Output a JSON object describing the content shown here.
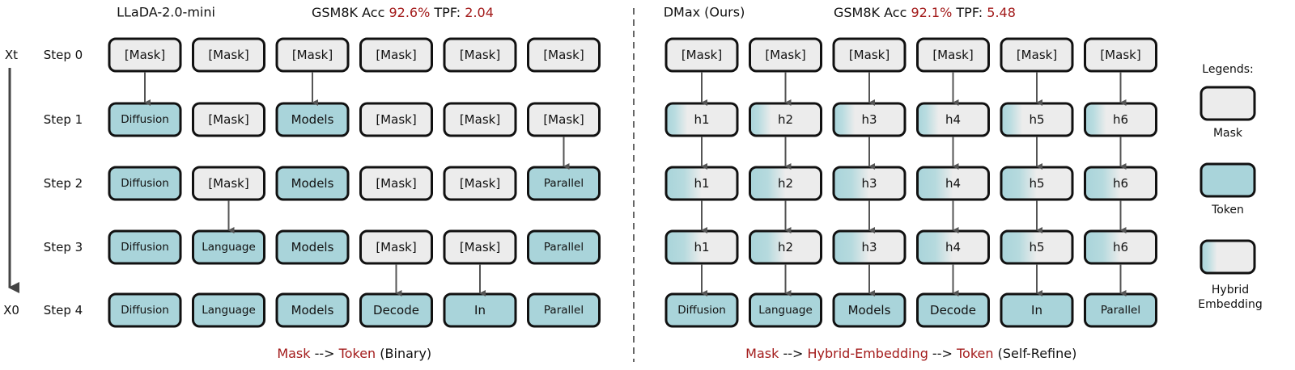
{
  "left": {
    "model": "LLaDA-2.0-mini",
    "metric_label": "GSM8K Acc",
    "acc": "92.6%",
    "tpf_label": "TPF:",
    "tpf": "2.04",
    "rows": [
      [
        {
          "t": "[Mask]",
          "k": "mask"
        },
        {
          "t": "[Mask]",
          "k": "mask"
        },
        {
          "t": "[Mask]",
          "k": "mask"
        },
        {
          "t": "[Mask]",
          "k": "mask"
        },
        {
          "t": "[Mask]",
          "k": "mask"
        },
        {
          "t": "[Mask]",
          "k": "mask"
        }
      ],
      [
        {
          "t": "Diffusion",
          "k": "token"
        },
        {
          "t": "[Mask]",
          "k": "mask"
        },
        {
          "t": "Models",
          "k": "token"
        },
        {
          "t": "[Mask]",
          "k": "mask"
        },
        {
          "t": "[Mask]",
          "k": "mask"
        },
        {
          "t": "[Mask]",
          "k": "mask"
        }
      ],
      [
        {
          "t": "Diffusion",
          "k": "token"
        },
        {
          "t": "[Mask]",
          "k": "mask"
        },
        {
          "t": "Models",
          "k": "token"
        },
        {
          "t": "[Mask]",
          "k": "mask"
        },
        {
          "t": "[Mask]",
          "k": "mask"
        },
        {
          "t": "Parallel",
          "k": "token"
        }
      ],
      [
        {
          "t": "Diffusion",
          "k": "token"
        },
        {
          "t": "Language",
          "k": "token"
        },
        {
          "t": "Models",
          "k": "token"
        },
        {
          "t": "[Mask]",
          "k": "mask"
        },
        {
          "t": "[Mask]",
          "k": "mask"
        },
        {
          "t": "Parallel",
          "k": "token"
        }
      ],
      [
        {
          "t": "Diffusion",
          "k": "token"
        },
        {
          "t": "Language",
          "k": "token"
        },
        {
          "t": "Models",
          "k": "token"
        },
        {
          "t": "Decode",
          "k": "token"
        },
        {
          "t": "In",
          "k": "token"
        },
        {
          "t": "Parallel",
          "k": "token"
        }
      ]
    ],
    "arrows": [
      [
        0,
        0
      ],
      [
        0,
        2
      ],
      [
        1,
        5
      ],
      [
        2,
        1
      ],
      [
        3,
        3
      ],
      [
        3,
        4
      ]
    ],
    "caption": [
      {
        "t": "Mask",
        "red": true
      },
      {
        "t": " --> ",
        "red": false
      },
      {
        "t": "Token",
        "red": true
      },
      {
        "t": " (Binary)",
        "red": false
      }
    ]
  },
  "right": {
    "model": "DMax (Ours)",
    "metric_label": "GSM8K Acc",
    "acc": "92.1%",
    "tpf_label": "TPF:",
    "tpf": "5.48",
    "rows": [
      [
        {
          "t": "[Mask]",
          "k": "mask"
        },
        {
          "t": "[Mask]",
          "k": "mask"
        },
        {
          "t": "[Mask]",
          "k": "mask"
        },
        {
          "t": "[Mask]",
          "k": "mask"
        },
        {
          "t": "[Mask]",
          "k": "mask"
        },
        {
          "t": "[Mask]",
          "k": "mask"
        }
      ],
      [
        {
          "t": "h1",
          "k": "hybrid1"
        },
        {
          "t": "h2",
          "k": "hybrid1"
        },
        {
          "t": "h3",
          "k": "hybrid1"
        },
        {
          "t": "h4",
          "k": "hybrid1"
        },
        {
          "t": "h5",
          "k": "hybrid1"
        },
        {
          "t": "h6",
          "k": "hybrid1"
        }
      ],
      [
        {
          "t": "h1",
          "k": "hybrid2"
        },
        {
          "t": "h2",
          "k": "hybrid2"
        },
        {
          "t": "h3",
          "k": "hybrid2"
        },
        {
          "t": "h4",
          "k": "hybrid2"
        },
        {
          "t": "h5",
          "k": "hybrid2"
        },
        {
          "t": "h6",
          "k": "hybrid2"
        }
      ],
      [
        {
          "t": "h1",
          "k": "hybrid2"
        },
        {
          "t": "h2",
          "k": "hybrid2"
        },
        {
          "t": "h3",
          "k": "hybrid2"
        },
        {
          "t": "h4",
          "k": "hybrid2"
        },
        {
          "t": "h5",
          "k": "hybrid2"
        },
        {
          "t": "h6",
          "k": "hybrid2"
        }
      ],
      [
        {
          "t": "Diffusion",
          "k": "token"
        },
        {
          "t": "Language",
          "k": "token"
        },
        {
          "t": "Models",
          "k": "token"
        },
        {
          "t": "Decode",
          "k": "token"
        },
        {
          "t": "In",
          "k": "token"
        },
        {
          "t": "Parallel",
          "k": "token"
        }
      ]
    ],
    "arrows": "all",
    "caption": [
      {
        "t": "Mask",
        "red": true
      },
      {
        "t": " --> ",
        "red": false
      },
      {
        "t": "Hybrid-Embedding",
        "red": true
      },
      {
        "t": " --> ",
        "red": false
      },
      {
        "t": "Token",
        "red": true
      },
      {
        "t": " (Self-Refine)",
        "red": false
      }
    ]
  },
  "steps": [
    "Step 0",
    "Step 1",
    "Step 2",
    "Step 3",
    "Step 4"
  ],
  "axis": {
    "top": "Xt",
    "bottom": "X0"
  },
  "legend": {
    "title": "Legends:",
    "items": [
      {
        "k": "mask",
        "label": "Mask"
      },
      {
        "k": "token",
        "label": "Token"
      },
      {
        "k": "hybrid1",
        "label": "Hybrid Embedding"
      }
    ]
  },
  "colors": {
    "mask": "#ececec",
    "token": "#a9d4da",
    "red": "#a31b1b",
    "arrow": "#555555",
    "border": "#111111"
  }
}
